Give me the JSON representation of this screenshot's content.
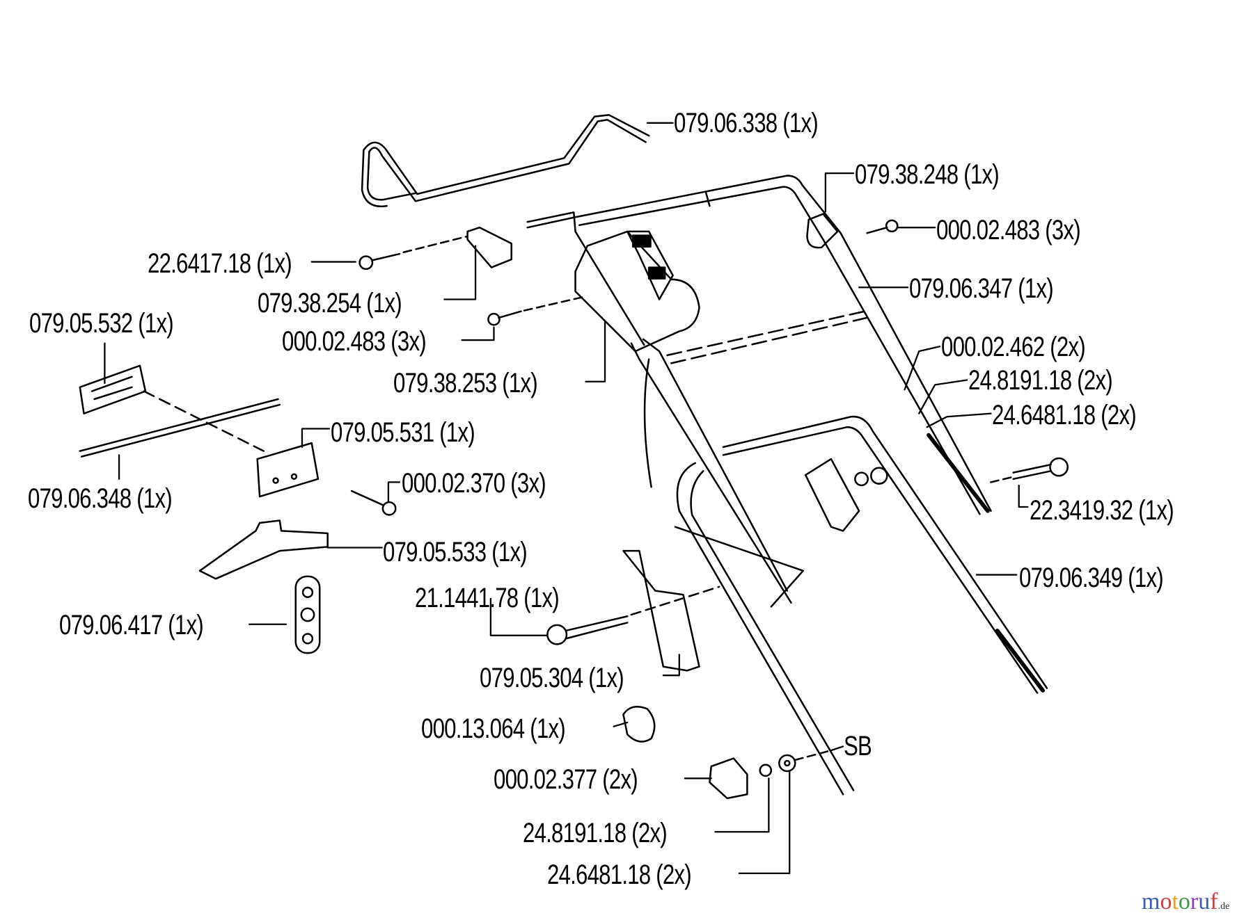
{
  "diagram": {
    "labels": [
      {
        "part": "079.06.338",
        "qty": "(1x)"
      },
      {
        "part": "079.38.248",
        "qty": "(1x)"
      },
      {
        "part": "000.02.483",
        "qty": "(3x)"
      },
      {
        "part": "22.6417.18",
        "qty": "(1x)"
      },
      {
        "part": "079.38.254",
        "qty": "(1x)"
      },
      {
        "part": "079.06.347",
        "qty": "(1x)"
      },
      {
        "part": "079.05.532",
        "qty": "(1x)"
      },
      {
        "part": "000.02.483",
        "qty": "(3x)"
      },
      {
        "part": "000.02.462",
        "qty": "(2x)"
      },
      {
        "part": "24.8191.18",
        "qty": "(2x)"
      },
      {
        "part": "079.38.253",
        "qty": "(1x)"
      },
      {
        "part": "24.6481.18",
        "qty": "(2x)"
      },
      {
        "part": "079.05.531",
        "qty": "(1x)"
      },
      {
        "part": "000.02.370",
        "qty": "(3x)"
      },
      {
        "part": "079.06.348",
        "qty": "(1x)"
      },
      {
        "part": "22.3419.32",
        "qty": "(1x)"
      },
      {
        "part": "079.05.533",
        "qty": "(1x)"
      },
      {
        "part": "079.06.349",
        "qty": "(1x)"
      },
      {
        "part": "21.1441.78",
        "qty": "(1x)"
      },
      {
        "part": "079.06.417",
        "qty": "(1x)"
      },
      {
        "part": "079.05.304",
        "qty": "(1x)"
      },
      {
        "part": "000.13.064",
        "qty": "(1x)"
      },
      {
        "part": "000.02.377",
        "qty": "(2x)"
      },
      {
        "part": "24.8191.18",
        "qty": "(2x)"
      },
      {
        "part": "24.6481.18",
        "qty": "(2x)"
      }
    ],
    "marker": "SB"
  },
  "watermark": {
    "name": "motoruf",
    "tld": ".de",
    "colors": [
      "#3b5bb5",
      "#d23c3c",
      "#e3a21a",
      "#3c9a3c",
      "#8a3cb5"
    ]
  }
}
